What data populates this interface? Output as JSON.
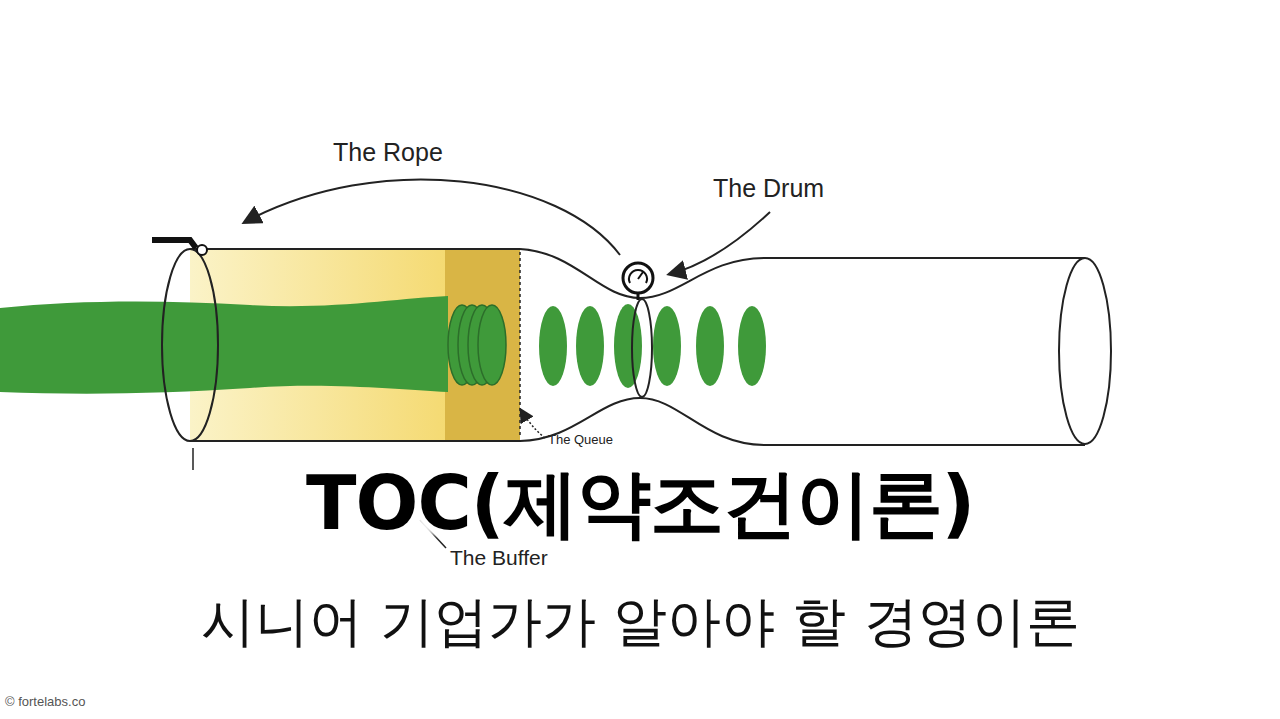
{
  "diagram": {
    "title": "TOC(제약조건이론)",
    "caption": "시니어 기업가가 알아야 할 경영이론",
    "labels": [
      "The Rope",
      "The Drum",
      "The Queue",
      "The Buffer",
      "© fortelabs.co"
    ]
  }
}
